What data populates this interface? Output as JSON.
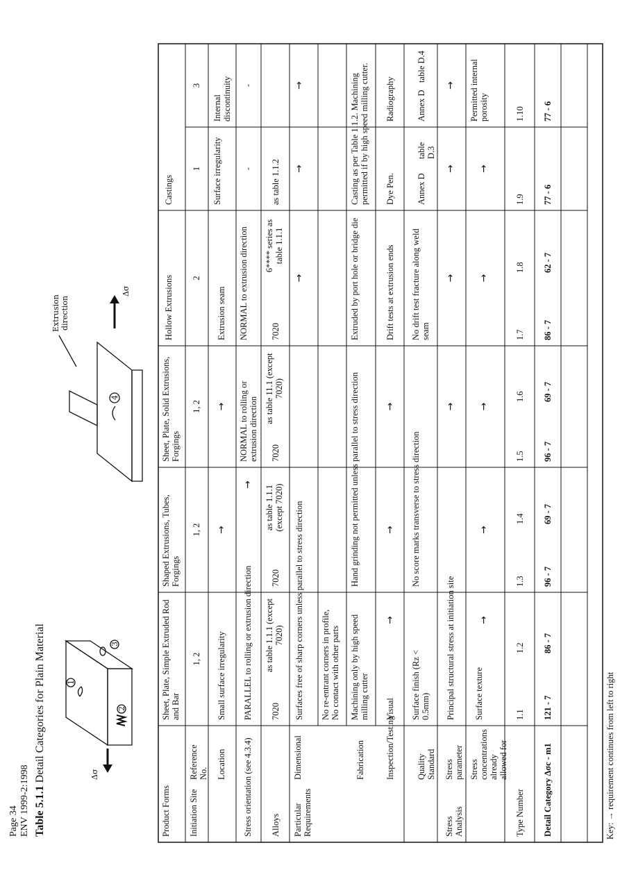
{
  "header": {
    "page": "Page 34",
    "standard": "ENV 1999-2:1998",
    "title_bold": "Table 5.1.1",
    "title_rest": " Detail Categories for Plain Material"
  },
  "figure": {
    "delta_sigma": "Δσ",
    "extrusion": "Extrusion",
    "direction": "direction",
    "labels": [
      "1",
      "2",
      "3",
      "4"
    ]
  },
  "colors": {
    "ink": "#111111",
    "paper": "#ffffff"
  },
  "table": {
    "product_forms": "Product Forms",
    "initiation_site": "Initiation Site",
    "reference_no": "Reference No.",
    "location": "Location",
    "stress_orientation": "Stress orientation (see 4.3.4)",
    "alloys": "Alloys",
    "particular_requirements": "Particular Requirements",
    "dimensional": "Dimensional",
    "fabrication": "Fabrication",
    "inspection": "Inspection/Testing",
    "quality": "Quality Standard",
    "stress_analysis": "Stress Analysis",
    "stress_parameter": "Stress parameter",
    "stress_concentrations": "Stress concentrations already allowed for",
    "type_number": "Type Number",
    "detail_category": "Detail Category Δσc - m1",
    "arrow": "→",
    "groups": {
      "sheet_plate": "Sheet, Plate, Simple Extruded Rod and Bar",
      "shaped": "Shaped Extrusions, Tubes, Forgings",
      "solid": "Sheet, Plate, Solid Extrusions, Forgings",
      "hollow": "Hollow Extrusions",
      "castings": "Castings"
    },
    "ref": {
      "g1": "1, 2",
      "g2": "1, 2",
      "g3": "1, 2",
      "g4": "2",
      "c1": "1",
      "c3": "3"
    },
    "loc": {
      "g1": "Small surface irregularity",
      "g4": "Extrusion seam",
      "c1": "Surface irregularity",
      "c3": "Internal discontinuity"
    },
    "orient": {
      "g1": "PARALLEL to rolling or extrusion direction",
      "g3": "NORMAL to rolling or extrusion direction",
      "g4": "NORMAL to extrusion direction",
      "c1": "-",
      "c3": "-"
    },
    "alloy": {
      "a1": "7020",
      "a2": "as table 1.1.1 (except 7020)",
      "a3": "7020",
      "a4": "as table 1.1.1 (except 7020)",
      "a5": "7020",
      "a6": "as table 11.1 (except 7020)",
      "a7": "7020",
      "a8": "6**** series as table 1.1.1",
      "a9": "as table 1.1.2"
    },
    "dim": {
      "main": "Surfaces free of sharp corners unless parallel to stress direction",
      "sub": "No re-entrant corners in profile, No contact with other parts"
    },
    "fab": {
      "g1": "Machining only by high speed milling cutter",
      "g2": "Hand grinding not permitted unless parallel to stress direction",
      "g4": "Extruded by port hole or bridge die",
      "c": "Casting as per Table 1.1.2. Machining permitted if by high speed milling cutter."
    },
    "insp": {
      "g1": "Visual",
      "g4": "Drift tests at extrusion ends",
      "c1": "Dye Pen.",
      "c3": "Radiography"
    },
    "qual": {
      "g1": "Surface finish (Rz < 0.5mm)",
      "g2": "No score marks transverse to stress direction",
      "g4": "No drift test fracture along weld seam",
      "c1a": "Annex D",
      "c1b": "table D.3",
      "c3": "Annex D",
      "c3b": "table D.4"
    },
    "sp": {
      "g1": "Principal structural stress at initiation site"
    },
    "sc": {
      "g1": "Surface texture",
      "c3": "Permitted internal porosity"
    },
    "types": [
      "1.1",
      "1.2",
      "1.3",
      "1.4",
      "1.5",
      "1.6",
      "1.7",
      "1.8",
      "1.9",
      "1.10"
    ],
    "categories": [
      "121 - 7",
      "86 - 7",
      "96 - 7",
      "69 - 7",
      "96 - 7",
      "69 - 7",
      "86 - 7",
      "62 - 7",
      "77 - 6",
      "77 - 6"
    ],
    "key": "Key: → requirement continues from left to right"
  }
}
